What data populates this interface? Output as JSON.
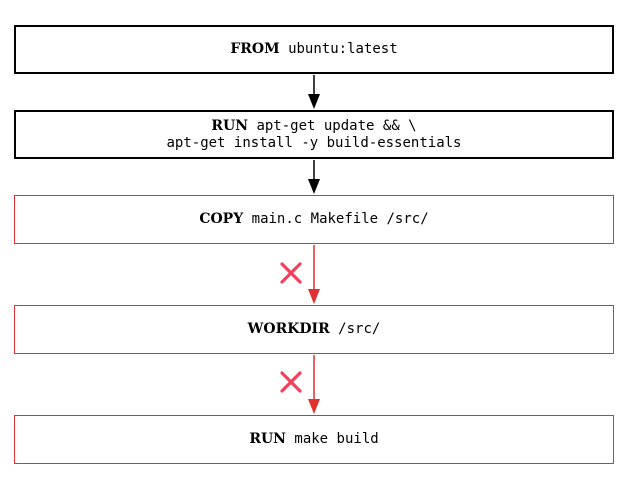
{
  "colors": {
    "ok_border": "#000000",
    "bad_border": "#e03030",
    "cross": "#f0405a"
  },
  "steps": [
    {
      "status": "ok",
      "lines": [
        {
          "kw": "FROM",
          "text": "ubuntu:latest"
        }
      ]
    },
    {
      "status": "ok",
      "lines": [
        {
          "kw": "RUN",
          "text": "apt-get update && \\"
        },
        {
          "kw": "",
          "text": "apt-get install -y build-essentials"
        }
      ]
    },
    {
      "status": "bad",
      "lines": [
        {
          "kw": "COPY",
          "text": "main.c Makefile /src/"
        }
      ]
    },
    {
      "status": "bad",
      "lines": [
        {
          "kw": "WORKDIR",
          "text": "/src/"
        }
      ]
    },
    {
      "status": "bad",
      "lines": [
        {
          "kw": "RUN",
          "text": "make build"
        }
      ]
    }
  ],
  "connectors": [
    {
      "status": "ok",
      "icon": "arrow-icon"
    },
    {
      "status": "ok",
      "icon": "arrow-icon"
    },
    {
      "status": "bad",
      "icon": "cross-icon"
    },
    {
      "status": "bad",
      "icon": "cross-icon"
    }
  ]
}
